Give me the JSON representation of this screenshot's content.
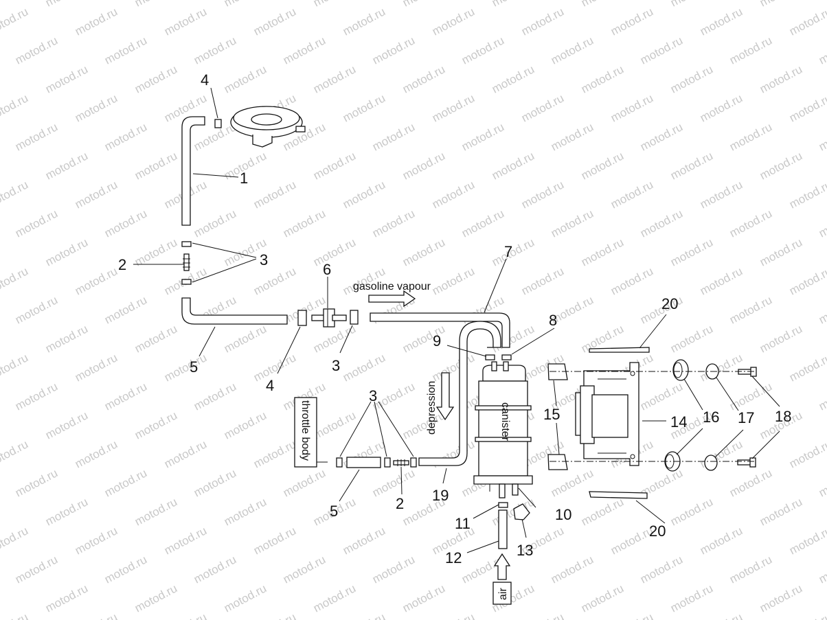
{
  "watermark": "motod.ru",
  "callouts": {
    "c1": "1",
    "c2a": "2",
    "c2b": "2",
    "c3a": "3",
    "c3b": "3",
    "c3c": "3",
    "c4a": "4",
    "c4b": "4",
    "c5a": "5",
    "c5b": "5",
    "c6": "6",
    "c7": "7",
    "c8": "8",
    "c9": "9",
    "c10": "10",
    "c11": "11",
    "c12": "12",
    "c13": "13",
    "c14": "14",
    "c15": "15",
    "c16": "16",
    "c17": "17",
    "c18": "18",
    "c19": "19",
    "c20a": "20",
    "c20b": "20"
  },
  "labels": {
    "gasoline_vapour": "gasoline vapour",
    "depression": "depression",
    "throttle_body": "throttle body",
    "canister": "canister",
    "air": "air"
  }
}
